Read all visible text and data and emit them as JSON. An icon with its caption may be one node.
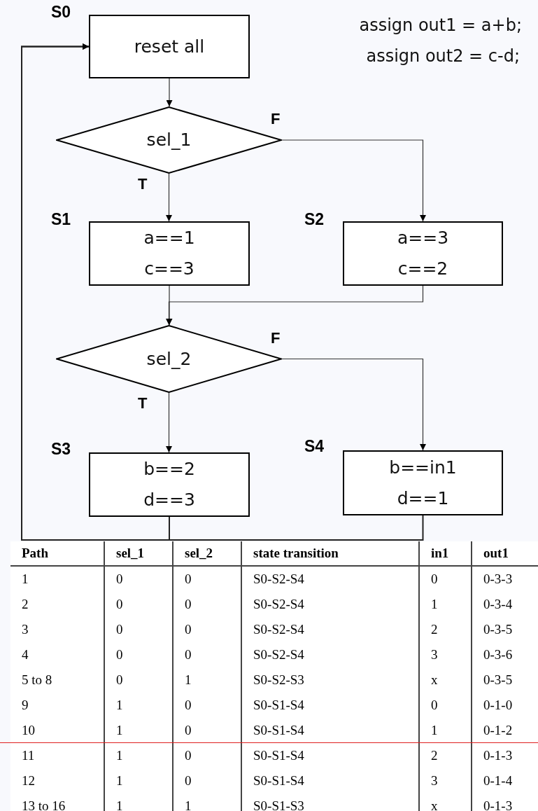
{
  "diagram": {
    "nodes": [
      {
        "text": [
          "reset all"
        ],
        "beside": [
          "S0"
        ]
      },
      {
        "text": [
          "sel_1"
        ]
      },
      {
        "text": [
          "a==1",
          "c==3"
        ],
        "beside": [
          "S1"
        ]
      },
      {
        "text": [
          "a==3",
          "c==2"
        ],
        "beside": [
          "S2"
        ]
      },
      {
        "text": [
          "sel_2"
        ]
      },
      {
        "text": [
          "b==2",
          "d==3"
        ],
        "beside": [
          "S3"
        ]
      },
      {
        "text": [
          "b==in1",
          "d==1"
        ],
        "beside": [
          "S4"
        ]
      }
    ],
    "edges": [
      {
        "from": 0,
        "to": 1,
        "arrow": "to"
      },
      {
        "from": 1,
        "to": 2,
        "arrow": "to",
        "label": "T"
      },
      {
        "from": 1,
        "to": 3,
        "arrow": "to",
        "label": "F"
      },
      {
        "from": 2,
        "to": 4,
        "arrow": "to"
      },
      {
        "from": 3,
        "to": 4,
        "arrow": "to"
      },
      {
        "from": 4,
        "to": 5,
        "arrow": "to",
        "label": "T"
      },
      {
        "from": 4,
        "to": 6,
        "arrow": "to",
        "label": "F"
      },
      {
        "from": 5,
        "to": 0,
        "arrow": "to"
      },
      {
        "from": 6,
        "to": 0,
        "arrow": "to"
      }
    ],
    "labels": [
      "assign out1 = a+b;",
      "assign out2 = c-d;",
      "Path",
      "sel_1",
      "sel_2",
      "state transition",
      "in1",
      "out1",
      "1",
      "0",
      "0",
      "S0-S2-S4",
      "0",
      "0-3-3",
      "2",
      "0",
      "0",
      "S0-S2-S4",
      "1",
      "0-3-4",
      "3",
      "0",
      "0",
      "S0-S2-S4",
      "2",
      "0-3-5",
      "4",
      "0",
      "0",
      "S0-S2-S4",
      "3",
      "0-3-6",
      "5 to 8",
      "0",
      "1",
      "S0-S2-S3",
      "x",
      "0-3-5",
      "9",
      "1",
      "0",
      "S0-S1-S4",
      "0",
      "0-1-0",
      "10",
      "1",
      "0",
      "S0-S1-S4",
      "1",
      "0-1-2",
      "11",
      "1",
      "0",
      "S0-S1-S4",
      "2",
      "0-1-3",
      "12",
      "1",
      "0",
      "S0-S1-S4",
      "3",
      "0-1-4",
      "13 to 16",
      "1",
      "1",
      "S0-S1-S3",
      "x",
      "0-1-3"
    ]
  }
}
